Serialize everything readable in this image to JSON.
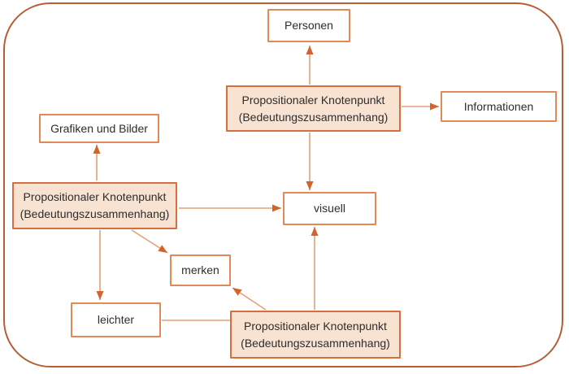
{
  "diagram": {
    "type": "concept-map",
    "language": "de",
    "nodes": {
      "personen": {
        "label": "Personen"
      },
      "informationen": {
        "label": "Informationen"
      },
      "grafiken_und_bilder": {
        "label": "Grafiken und Bilder"
      },
      "visuell": {
        "label": "visuell"
      },
      "merken": {
        "label": "merken"
      },
      "leichter": {
        "label": "leichter"
      },
      "prop_top": {
        "line1": "Propositionaler Knotenpunkt",
        "line2": "(Bedeutungszusammenhang)"
      },
      "prop_left": {
        "line1": "Propositionaler Knotenpunkt",
        "line2": "(Bedeutungszusammenhang)"
      },
      "prop_bottom": {
        "line1": "Propositionaler Knotenpunkt",
        "line2": "(Bedeutungszusammenhang)"
      }
    },
    "edges": [
      {
        "from": "prop_top",
        "to": "personen",
        "directed": true
      },
      {
        "from": "prop_top",
        "to": "informationen",
        "directed": true
      },
      {
        "from": "prop_top",
        "to": "visuell",
        "directed": true
      },
      {
        "from": "prop_left",
        "to": "grafiken_und_bilder",
        "directed": true
      },
      {
        "from": "prop_left",
        "to": "visuell",
        "directed": true
      },
      {
        "from": "prop_left",
        "to": "leichter",
        "directed": true
      },
      {
        "from": "prop_left",
        "to": "merken",
        "directed": true
      },
      {
        "from": "prop_bottom",
        "to": "visuell",
        "directed": true
      },
      {
        "from": "prop_bottom",
        "to": "merken",
        "directed": true
      },
      {
        "from": "prop_bottom",
        "to": "leichter",
        "directed": false
      }
    ],
    "colors": {
      "outer_border": "#b75e33",
      "node_border": "#e18a58",
      "highlight_border": "#d5703e",
      "highlight_fill": "#f8e2d2",
      "arrow_line": "#e59f74",
      "arrow_head": "#d2632c",
      "text": "#2d2d2d",
      "background": "#ffffff"
    }
  }
}
